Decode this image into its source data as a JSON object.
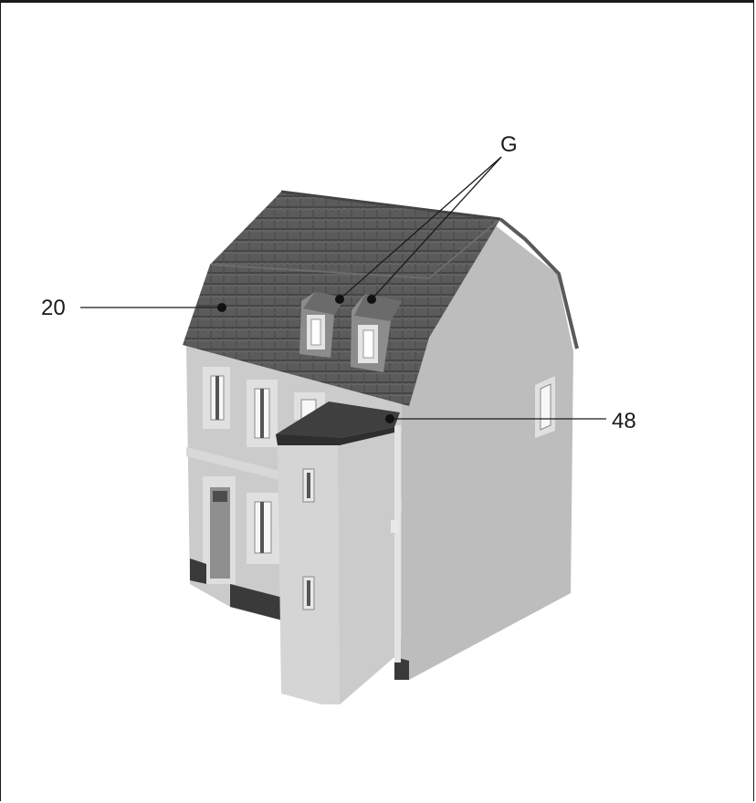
{
  "callouts": {
    "g": "G",
    "roof": "20",
    "porch_roof": "48"
  },
  "colors": {
    "roof_tile": "#5b5b5b",
    "roof_dark": "#474747",
    "wall_front": "#c9c9c9",
    "wall_side": "#bdbdbd",
    "wall_light": "#d3d3d3",
    "base": "#3a3a3a",
    "line": "#1a1a1a"
  }
}
